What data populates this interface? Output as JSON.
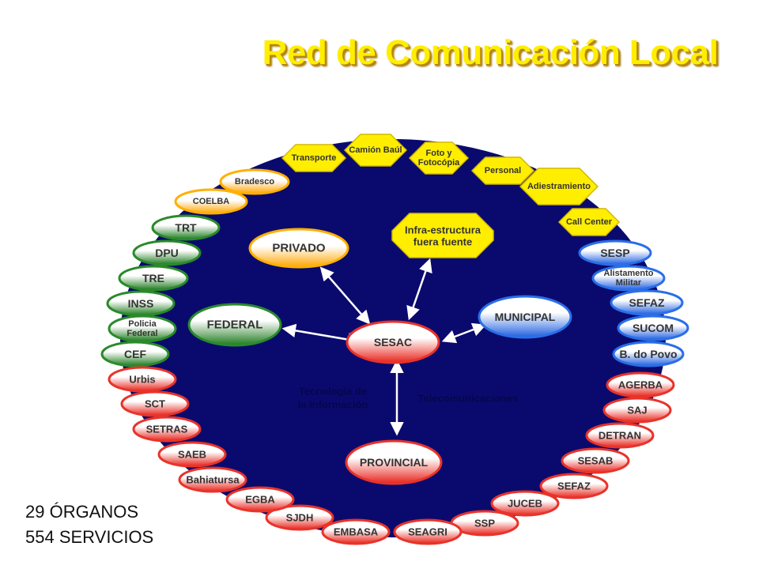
{
  "title": "Red de Comunicación Local",
  "stats": {
    "organos": "29  ÓRGANOS",
    "servicios": "554 SERVICIOS"
  },
  "center": {
    "label": "SESAC"
  },
  "main_nodes": {
    "privado": "PRIVADO",
    "federal": "FEDERAL",
    "municipal": "MUNICIPAL",
    "provincial": "PROVINCIAL",
    "infra": [
      "Infra-estructura",
      "fuera fuente"
    ]
  },
  "annotations": {
    "tecnologia": [
      "Tecnologia de",
      "la Información"
    ],
    "telecom": "Telecomunicaciones"
  },
  "services": [
    {
      "id": "transporte",
      "lines": [
        "Transporte"
      ]
    },
    {
      "id": "camion-baul",
      "lines": [
        "Camión Baúl"
      ]
    },
    {
      "id": "foto-fotocopia",
      "lines": [
        "Foto y",
        "Fotocópia"
      ]
    },
    {
      "id": "personal",
      "lines": [
        "Personal"
      ]
    },
    {
      "id": "adiestramiento",
      "lines": [
        "Adiestramiento"
      ]
    },
    {
      "id": "call-center",
      "lines": [
        "Call Center"
      ]
    }
  ],
  "private_orgs": [
    {
      "id": "bradesco",
      "lines": [
        "Bradesco"
      ]
    },
    {
      "id": "coelba",
      "lines": [
        "COELBA"
      ]
    }
  ],
  "federal_orgs": [
    {
      "id": "trt",
      "lines": [
        "TRT"
      ]
    },
    {
      "id": "dpu",
      "lines": [
        "DPU"
      ]
    },
    {
      "id": "tre",
      "lines": [
        "TRE"
      ]
    },
    {
      "id": "inss",
      "lines": [
        "INSS"
      ]
    },
    {
      "id": "policia-federal",
      "lines": [
        "Policia",
        "Federal"
      ]
    },
    {
      "id": "cef",
      "lines": [
        "CEF"
      ]
    }
  ],
  "municipal_orgs": [
    {
      "id": "sesp",
      "lines": [
        "SESP"
      ]
    },
    {
      "id": "alistamento-militar",
      "lines": [
        "Alistamento",
        "Militar"
      ]
    },
    {
      "id": "sefaz-mun",
      "lines": [
        "SEFAZ"
      ]
    },
    {
      "id": "sucom",
      "lines": [
        "SUCOM"
      ]
    },
    {
      "id": "b-do-povo",
      "lines": [
        "B. do Povo"
      ]
    }
  ],
  "provincial_orgs": [
    {
      "id": "agerba",
      "lines": [
        "AGERBA"
      ]
    },
    {
      "id": "saj",
      "lines": [
        "SAJ"
      ]
    },
    {
      "id": "detran",
      "lines": [
        "DETRAN"
      ]
    },
    {
      "id": "sesab",
      "lines": [
        "SESAB"
      ]
    },
    {
      "id": "sefaz",
      "lines": [
        "SEFAZ"
      ]
    },
    {
      "id": "juceb",
      "lines": [
        "JUCEB"
      ]
    },
    {
      "id": "ssp",
      "lines": [
        "SSP"
      ]
    },
    {
      "id": "seagri",
      "lines": [
        "SEAGRI"
      ]
    },
    {
      "id": "embasa",
      "lines": [
        "EMBASA"
      ]
    },
    {
      "id": "sjdh",
      "lines": [
        "SJDH"
      ]
    },
    {
      "id": "egba",
      "lines": [
        "EGBA"
      ]
    },
    {
      "id": "bahiatursa",
      "lines": [
        "Bahiatursa"
      ]
    },
    {
      "id": "saeb",
      "lines": [
        "SAEB"
      ]
    },
    {
      "id": "setras",
      "lines": [
        "SETRAS"
      ]
    },
    {
      "id": "sct",
      "lines": [
        "SCT"
      ]
    },
    {
      "id": "urbis",
      "lines": [
        "Urbis"
      ]
    }
  ],
  "colors": {
    "background_oval": "#0a0a6e",
    "title": "#ffee00",
    "yellow": "#ffee00",
    "orange": "#ffb000",
    "green": "#2a8a2a",
    "blue": "#2a6ee8",
    "red": "#e8332a"
  }
}
